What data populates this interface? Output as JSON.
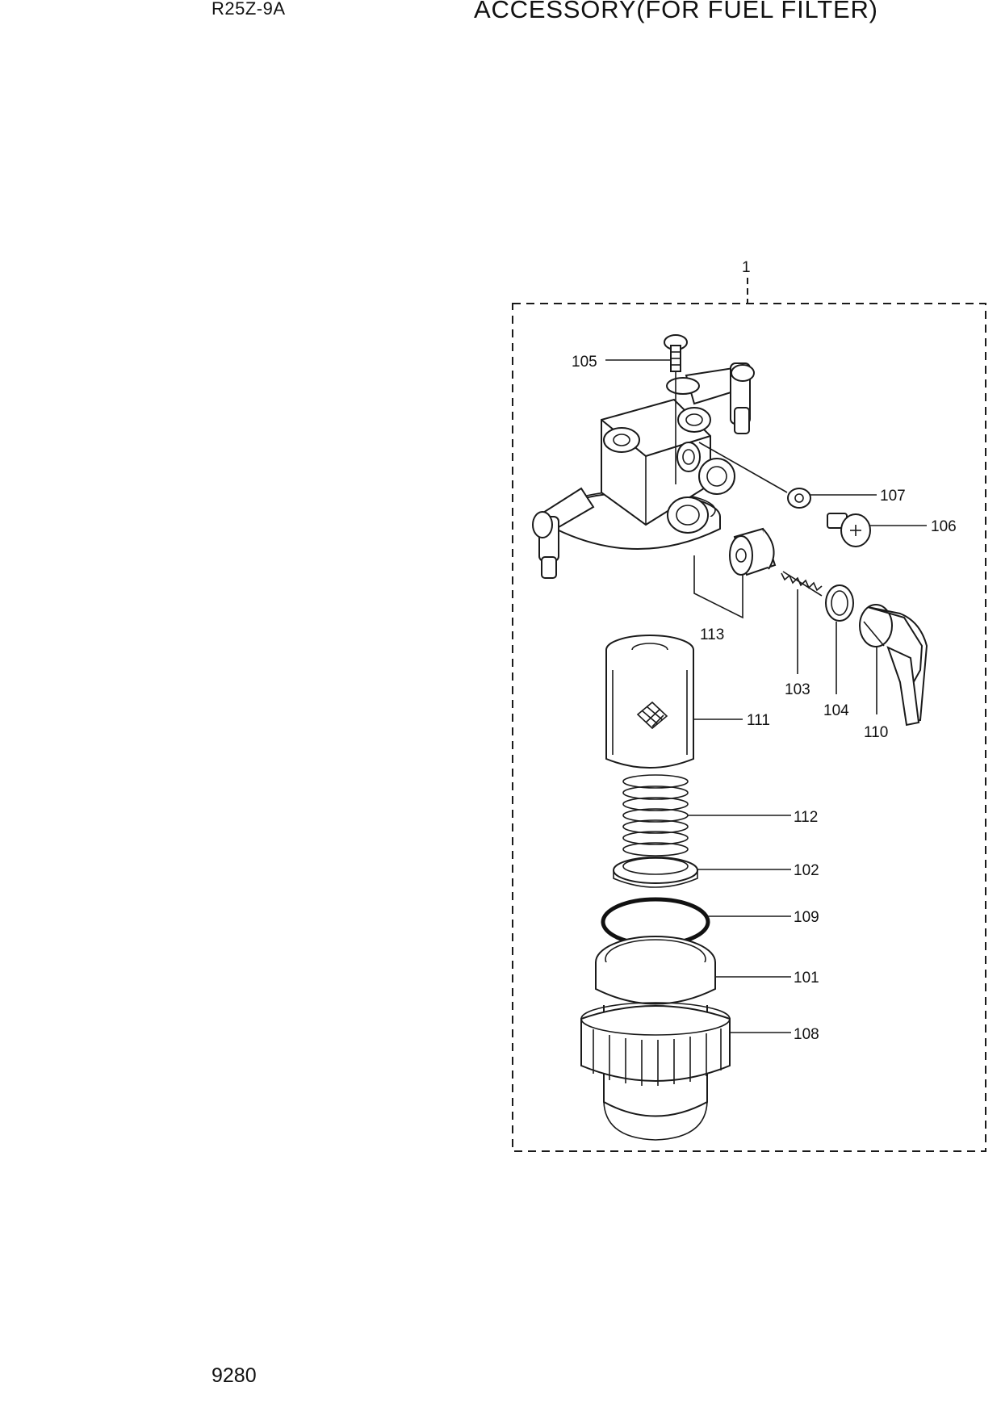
{
  "header": {
    "model": "R25Z-9A",
    "title": "ACCESSORY(FOR FUEL FILTER)"
  },
  "footer": {
    "page_number": "9280"
  },
  "diagram": {
    "assembly_ref": "1",
    "callouts": [
      "105",
      "107",
      "106",
      "113",
      "103",
      "104",
      "110",
      "111",
      "112",
      "102",
      "109",
      "101",
      "108"
    ]
  }
}
